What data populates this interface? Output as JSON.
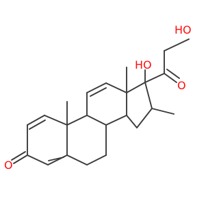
{
  "molecule": {
    "atoms": {
      "O_ketone": "O",
      "O_hydroxyl_17": "HO",
      "O_carbonyl_20": "O",
      "O_hydroxyl_21": "HO"
    },
    "colors": {
      "bond": "#3a3a3a",
      "oxygen": "#ff0d0d",
      "background": "#ffffff"
    }
  }
}
